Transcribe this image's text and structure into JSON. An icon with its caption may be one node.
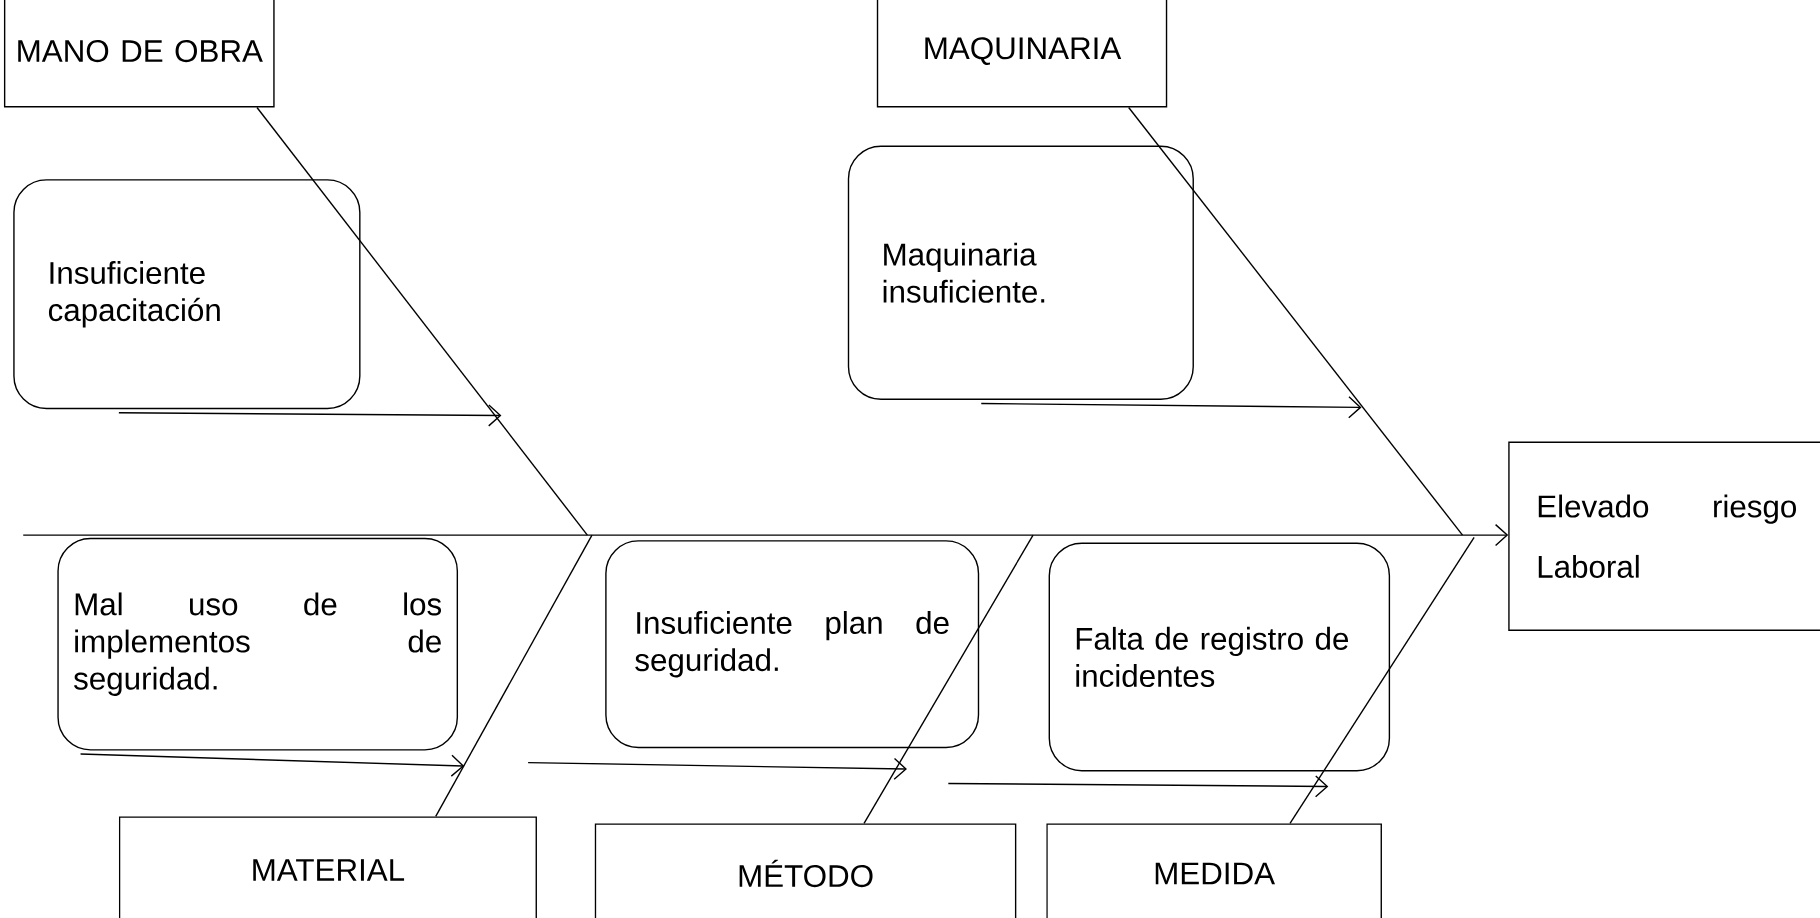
{
  "diagram": {
    "nodes": [
      {
        "text": [
          "MANO DE OBRA"
        ]
      },
      {
        "text": [
          "MAQUINARIA"
        ]
      },
      {
        "text": [
          "Insuficiente capacitación"
        ]
      },
      {
        "text": [
          "Maquinaria insuficiente."
        ]
      },
      {
        "text": [
          "Elevado riesgo Laboral"
        ]
      },
      {
        "text": [
          "Mal uso de los implementos de seguridad."
        ]
      },
      {
        "text": [
          "Insuficiente plan de seguridad."
        ]
      },
      {
        "text": [
          "Falta de registro de incidentes"
        ]
      },
      {
        "text": [
          "MATERIAL"
        ]
      },
      {
        "text": [
          "MÉTODO"
        ]
      },
      {
        "text": [
          "MEDIDA"
        ]
      }
    ],
    "edges": [
      {
        "from": null,
        "to": 4,
        "arrow": "to"
      },
      {
        "from": 0,
        "to": null,
        "arrow": "none"
      },
      {
        "from": 1,
        "to": null,
        "arrow": "none"
      },
      {
        "from": 8,
        "to": null,
        "arrow": "none"
      },
      {
        "from": 9,
        "to": null,
        "arrow": "none"
      },
      {
        "from": 10,
        "to": null,
        "arrow": "none"
      },
      {
        "from": 2,
        "to": null,
        "arrow": "to"
      },
      {
        "from": 3,
        "to": null,
        "arrow": "to"
      },
      {
        "from": 5,
        "to": null,
        "arrow": "to"
      },
      {
        "from": null,
        "to": 6,
        "arrow": "to"
      },
      {
        "from": null,
        "to": 7,
        "arrow": "to"
      }
    ]
  }
}
